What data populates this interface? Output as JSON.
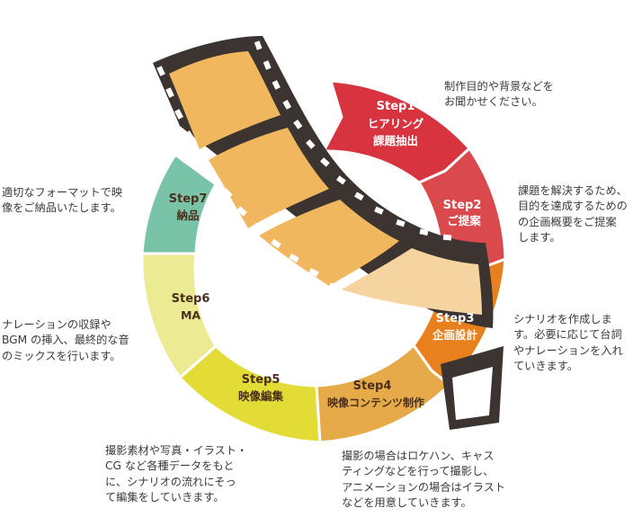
{
  "steps": [
    {
      "id": "step1",
      "label": "Step1",
      "title_lines": [
        "ヒアリング",
        "課題抽出"
      ],
      "color": "#d8343f",
      "description": "制作目的や背景などを\nお聞かせください。"
    },
    {
      "id": "step2",
      "label": "Step2",
      "title_lines": [
        "ご提案"
      ],
      "color": "#da4a4d",
      "description": "課題を解決するため、\n目的を達成するための\nの企画概要をご提案\nします。"
    },
    {
      "id": "step3",
      "label": "Step3",
      "title_lines": [
        "企画設計"
      ],
      "color": "#e8801e",
      "description": "シナリオを作成しま\nす。必要に応じて台詞\nやナレーションを入れ\nていきます。"
    },
    {
      "id": "step4",
      "label": "Step4",
      "title_lines": [
        "映像コンテンツ制作"
      ],
      "color": "#e6ab48",
      "description": "撮影の場合はロケハン、キャス\nティングなどを行って撮影し、\nアニメーションの場合はイラスト\nなどを用意していきます。"
    },
    {
      "id": "step5",
      "label": "Step5",
      "title_lines": [
        "映像編集"
      ],
      "color": "#e3db36",
      "description": "撮影素材や写真・イラスト・\nCG など各種データをもと\nに、シナリオの流れにそっ\nて編集をしていきます。"
    },
    {
      "id": "step6",
      "label": "Step6",
      "title_lines": [
        "MA"
      ],
      "color": "#ecea92",
      "description": "ナレーションの収録や\nBGM の挿入、最終的な音\nのミックスを行います。"
    },
    {
      "id": "step7",
      "label": "Step7",
      "title_lines": [
        "納品"
      ],
      "color": "#79c3a8",
      "description": "適切なフォーマットで映\n像をご納品いたします。"
    }
  ],
  "colors": {
    "film_frame": "#3c3431",
    "film_cell": "#f0b75e",
    "film_cell_light": "#f6d4a0",
    "label_light": "#ffffff",
    "label_dark": "#4a2f1c"
  }
}
